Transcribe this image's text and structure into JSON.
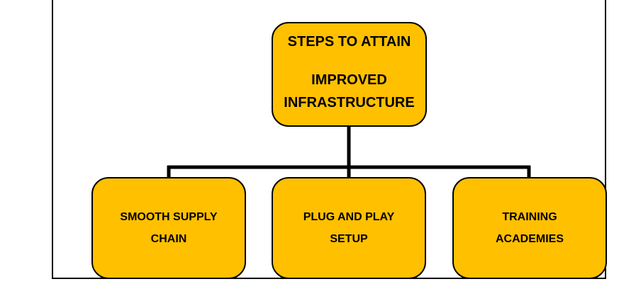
{
  "colors": {
    "node_fill": "#FFC000",
    "stroke": "#000000",
    "background": "#FFFFFF"
  },
  "root": {
    "line1": "STEPS TO ATTAIN",
    "line2": "IMPROVED",
    "line3": "INFRASTRUCTURE"
  },
  "children": [
    {
      "line1": "SMOOTH SUPPLY",
      "line2": "CHAIN"
    },
    {
      "line1": "PLUG AND PLAY",
      "line2": "SETUP"
    },
    {
      "line1": "TRAINING",
      "line2": "ACADEMIES"
    }
  ]
}
